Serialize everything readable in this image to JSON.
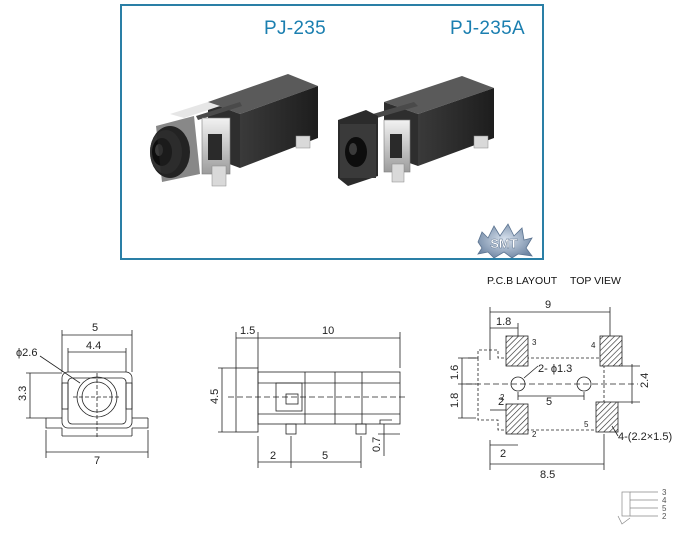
{
  "photos": {
    "title_left": "PJ-235",
    "title_right": "PJ-235A",
    "badge": "SMT"
  },
  "header": {
    "pcb_layout": "P.C.B LAYOUT",
    "top_view": "TOP VIEW"
  },
  "front_view": {
    "width_total": "5",
    "inner_width": "4.4",
    "hole_dia": "ϕ2.6",
    "height": "3.3",
    "base_width": "7"
  },
  "side_view": {
    "front_len": "1.5",
    "body_len": "10",
    "height": "4.5",
    "pin_offset": "2",
    "pin_spacing": "5",
    "pin_height": "0.7"
  },
  "pcb": {
    "overall_width": "9",
    "top_offset": "1.8",
    "left_offset_a": "1.6",
    "left_offset_b": "1.8",
    "hole_label": "2- ϕ1.3",
    "right_height": "2.4",
    "hole_spacing": "5",
    "pad_gap_a": "2",
    "pad_gap_b": "2",
    "bottom_width": "8.5",
    "pad_spec": "4-(2.2×1.5)",
    "pad_num_1": "3",
    "pad_num_2": "2",
    "pad_num_3": "2",
    "pad_num_4": "4",
    "pad_num_5": "5"
  },
  "schematic": {
    "pin_3": "3",
    "pin_4": "4",
    "pin_5": "5",
    "pin_2": "2"
  }
}
